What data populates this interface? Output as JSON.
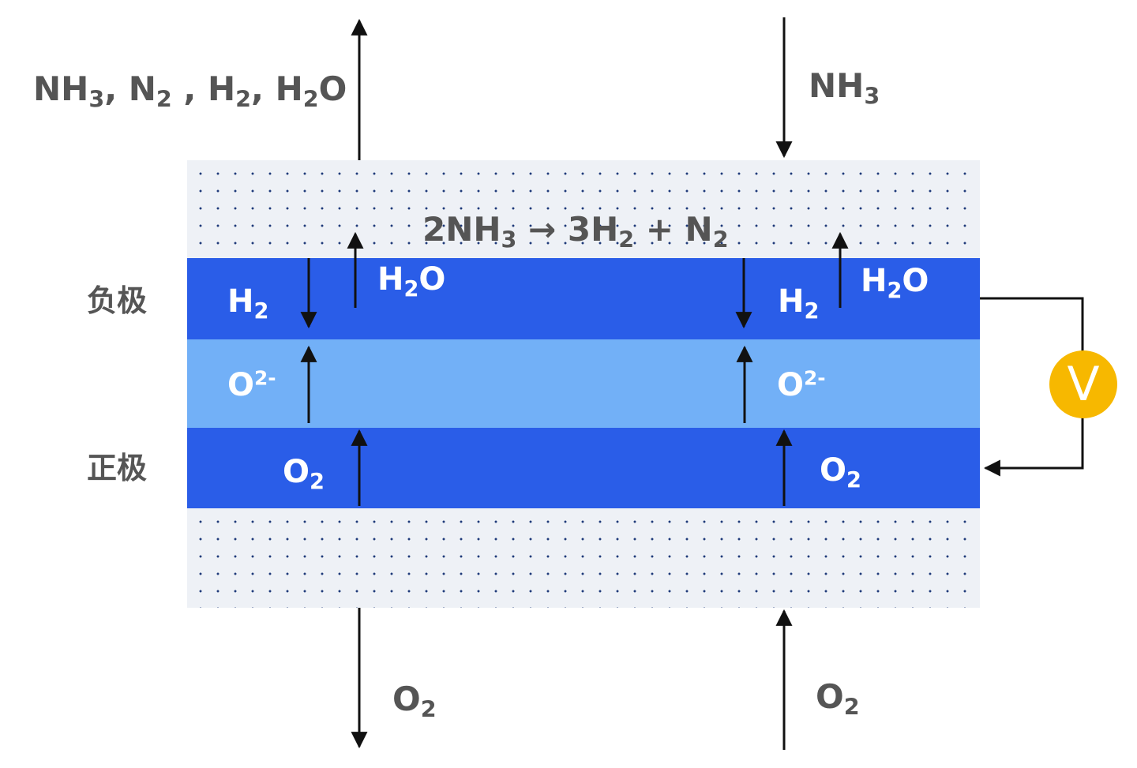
{
  "colors": {
    "electrode": "#2a5de8",
    "electrolyte": "#72b0f7",
    "porous_bg": "#eef1f6",
    "porous_dot": "#1f3a7a",
    "voltmeter": "#f7b800",
    "arrow": "#111111",
    "label_gray": "#555555"
  },
  "labels": {
    "anode_out": {
      "a": "NH",
      "a_sub": "3",
      "b": ", N",
      "b_sub": "2",
      "c": " , H",
      "c_sub": "2",
      "d": ", H",
      "d_sub": "2",
      "e": "O"
    },
    "anode_in": {
      "a": "NH",
      "a_sub": "3"
    },
    "reaction": {
      "a": "2NH",
      "a_sub": "3",
      "arrow": " → 3H",
      "b_sub": "2",
      "c": " + N",
      "c_sub": "2"
    },
    "negative_electrode": "负极",
    "positive_electrode": "正极",
    "left": {
      "h2": {
        "a": "H",
        "sub": "2"
      },
      "h2o": {
        "a": "H",
        "sub": "2",
        "b": "O"
      },
      "o2minus": {
        "a": "O",
        "sup": "2-"
      },
      "o2": {
        "a": "O",
        "sub": "2"
      }
    },
    "right": {
      "h2": {
        "a": "H",
        "sub": "2"
      },
      "h2o": {
        "a": "H",
        "sub": "2",
        "b": "O"
      },
      "o2minus": {
        "a": "O",
        "sup": "2-"
      },
      "o2": {
        "a": "O",
        "sub": "2"
      }
    },
    "cathode_out": {
      "a": "O",
      "sub": "2"
    },
    "cathode_in": {
      "a": "O",
      "sub": "2"
    },
    "voltmeter": "V"
  }
}
